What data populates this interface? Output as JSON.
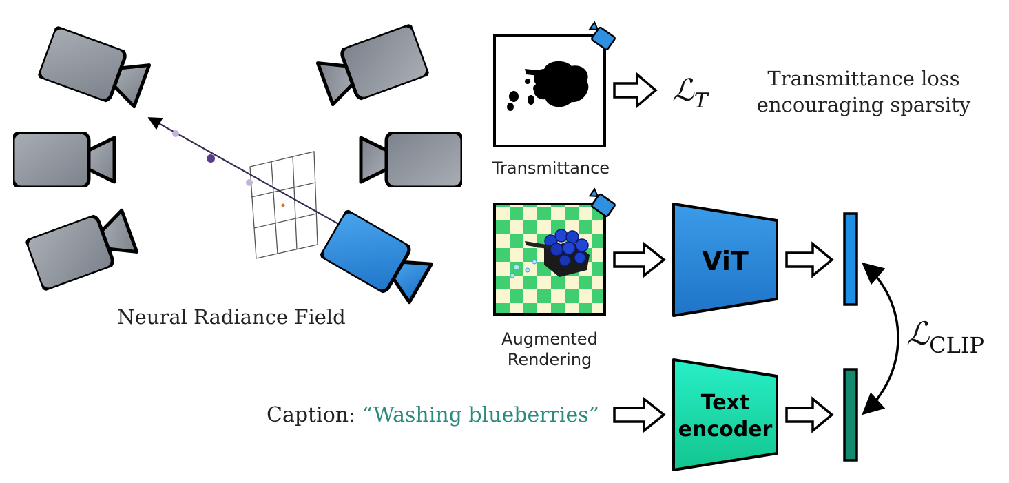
{
  "nerf_label": "Neural Radiance Field",
  "transmittance": {
    "caption": "Transmittance",
    "loss_symbol": "ℒ",
    "loss_subscript": "T",
    "loss_desc_line1": "Transmittance loss",
    "loss_desc_line2": "encouraging sparsity"
  },
  "rendering": {
    "caption_line1": "Augmented",
    "caption_line2": "Rendering"
  },
  "vit": {
    "label": "ViT"
  },
  "text_encoder": {
    "label_line1": "Text",
    "label_line2": "encoder"
  },
  "clip_loss": {
    "symbol": "ℒ",
    "subscript": "CLIP"
  },
  "caption": {
    "prefix": "Caption:",
    "text": "“Washing blueberries”"
  },
  "colors": {
    "camera_gray": "#8f959d",
    "camera_blue": "#2f8fe0",
    "vit_blue": "#2f90df",
    "encoder_green": "#1fe0b0",
    "embed_green": "#118a70",
    "caption_teal": "#2b8a7e",
    "checker_green": "#3fcf70",
    "checker_cream": "#fbf6d2"
  }
}
